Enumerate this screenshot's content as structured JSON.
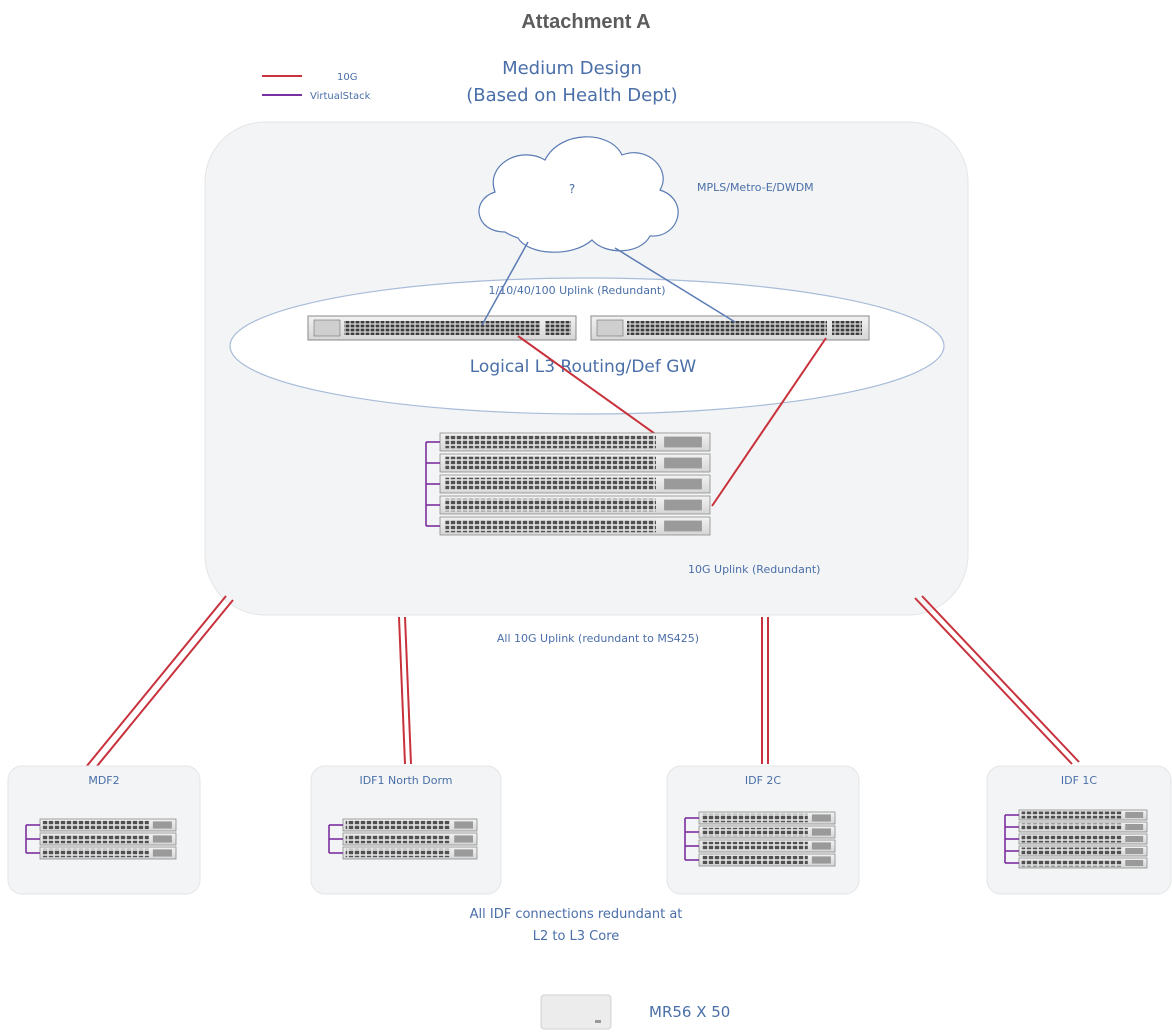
{
  "header": {
    "attachment": "Attachment A"
  },
  "design": {
    "title_line1": "Medium Design",
    "title_line2": "(Based on Health Dept)"
  },
  "legend": [
    {
      "label": "10G",
      "color": "#c8323c"
    },
    {
      "label": "VirtualStack",
      "color": "#7b2fa0"
    }
  ],
  "core": {
    "cloud_label": "?",
    "wan_label": "MPLS/Metro-E/DWDM",
    "uplink_label": "1/10/40/100 Uplink (Redundant)",
    "routing_label": "Logical L3 Routing/Def GW",
    "stack_uplink_label": "10G Uplink (Redundant)"
  },
  "all_uplink_label": "All 10G Uplink (redundant to MS425)",
  "idfs": [
    {
      "name": "MDF2",
      "switches": 3
    },
    {
      "name": "IDF1 North Dorm",
      "switches": 3
    },
    {
      "name": "IDF 2C",
      "switches": 4
    },
    {
      "name": "IDF 1C",
      "switches": 5
    }
  ],
  "footer_note_line1": "All IDF connections redundant at",
  "footer_note_line2": "L2 to L3 Core",
  "ap": {
    "label": "MR56 X 50"
  },
  "colors": {
    "link_10g": "#c8323c",
    "virtual_stack": "#7b2fa0",
    "wan_link": "#5a7bb5",
    "text_blue": "#4a6fa8"
  }
}
